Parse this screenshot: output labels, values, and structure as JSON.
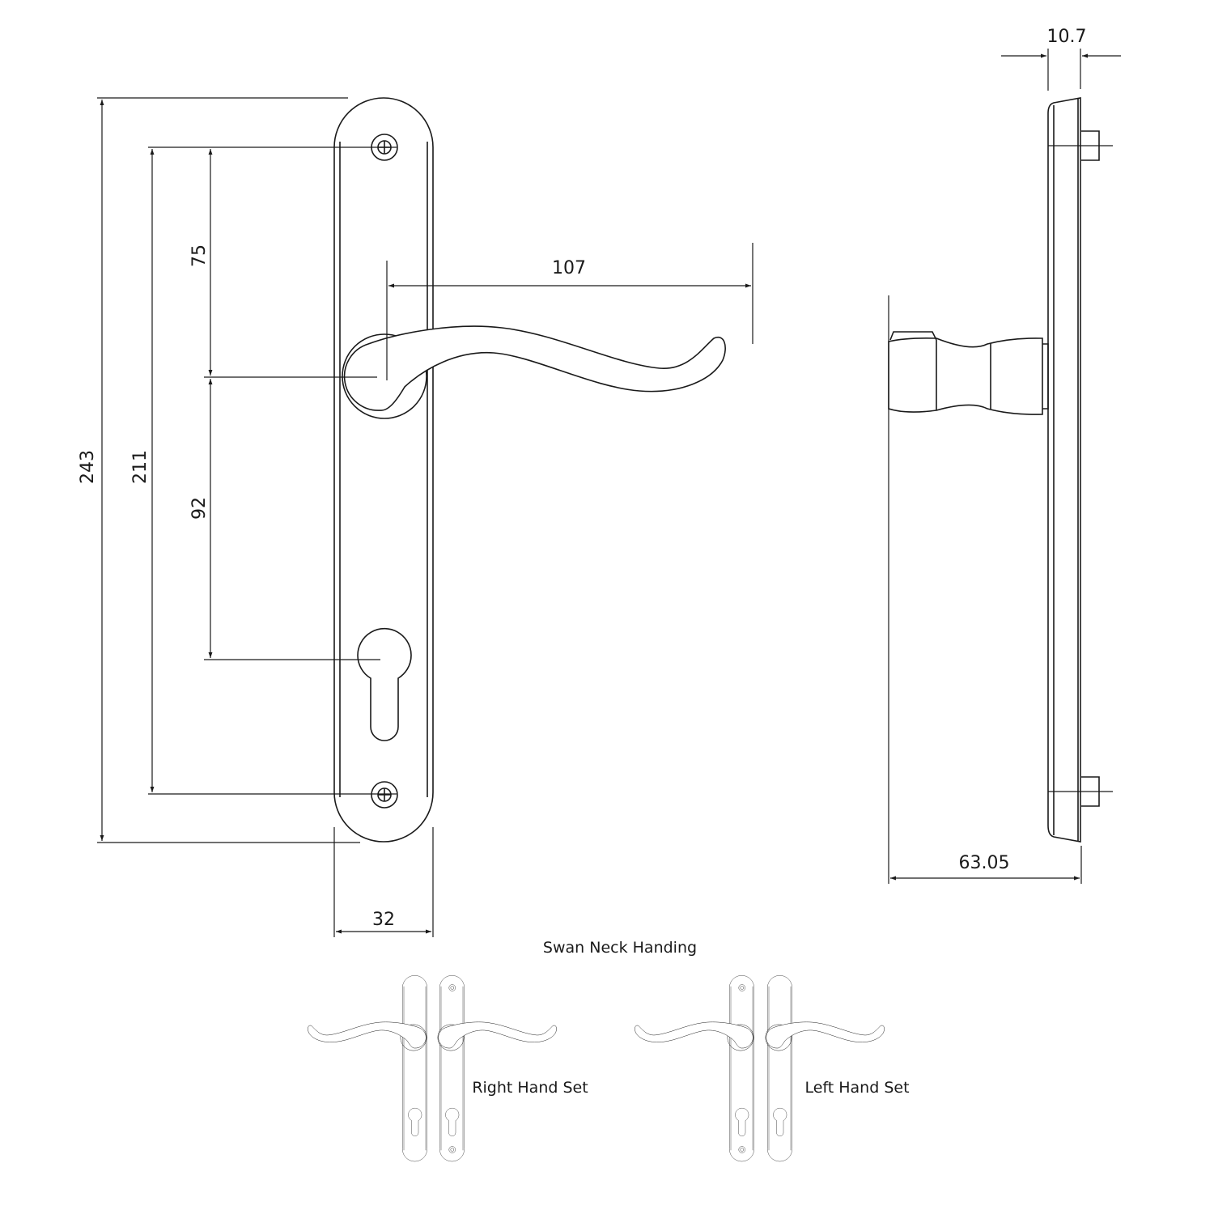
{
  "dimensions": {
    "overall_height": "243",
    "fixing_centres": "211",
    "lever_to_top_fixing": "75",
    "lever_to_cylinder": "92",
    "lever_projection": "107",
    "plate_width": "32",
    "plate_thickness": "10.7",
    "overall_depth": "63.05"
  },
  "handing": {
    "title": "Swan Neck Handing",
    "right_label": "Right Hand Set",
    "left_label": "Left Hand Set"
  }
}
